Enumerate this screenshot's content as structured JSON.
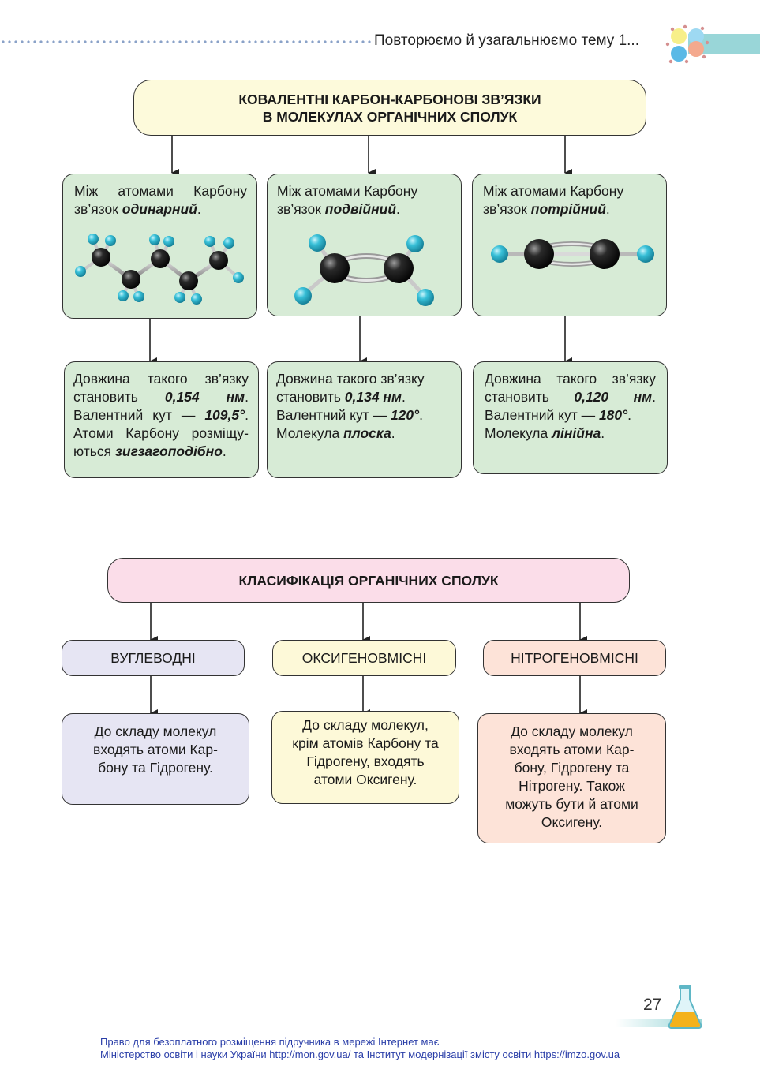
{
  "header": {
    "running_head": "Повторюємо й узагальнюємо тему 1..."
  },
  "bonds_section": {
    "title_line1": "КОВАЛЕНТНІ КАРБОН-КАРБОНОВІ ЗВ’ЯЗКИ",
    "title_line2": "В МОЛЕКУЛАХ ОРГАНІЧНИХ СПОЛУК",
    "columns": [
      {
        "intro": "Між атомами Карбону зв’язок ",
        "bond_type": "одинарний",
        "bond_end": ".",
        "len_text": "Довжина такого зв’язку становить ",
        "length": "0,154 нм",
        "len_end": ".",
        "angle_text": "Валентний кут — ",
        "angle": "109,5°",
        "angle_end": ".",
        "shape_text": "Атоми Карбону розміщу-ються ",
        "shape": "зигзагоподібно",
        "shape_end": "."
      },
      {
        "intro": "Між атомами Карбону зв’язок ",
        "bond_type": "подвійний",
        "bond_end": ".",
        "len_text": "Довжина такого зв’язку становить ",
        "length": "0,134 нм",
        "len_end": ".",
        "angle_text": "Валентний кут — ",
        "angle": "120°",
        "angle_end": ".",
        "shape_text": "Молекула ",
        "shape": "плоска",
        "shape_end": "."
      },
      {
        "intro": "Між атомами Карбону зв’язок ",
        "bond_type": "потрійний",
        "bond_end": ".",
        "len_text": "Довжина такого зв’язку становить ",
        "length": "0,120 нм",
        "len_end": ".",
        "angle_text": "Валентний кут — ",
        "angle": "180°",
        "angle_end": ".",
        "shape_text": "Молекула ",
        "shape": "лінійна",
        "shape_end": "."
      }
    ]
  },
  "classification_section": {
    "title": "КЛАСИФІКАЦІЯ ОРГАНІЧНИХ СПОЛУК",
    "categories": [
      {
        "name": "ВУГЛЕВОДНІ",
        "desc_lines": [
          "До складу молекул",
          "входять атоми Кар-",
          "бону та Гідрогену."
        ]
      },
      {
        "name": "ОКСИГЕНОВМІСНІ",
        "desc_lines": [
          "До складу молекул,",
          "крім атомів Карбону та",
          "Гідрогену, входять",
          "атоми Оксигену."
        ]
      },
      {
        "name": "НІТРОГЕНОВМІСНІ",
        "desc_lines": [
          "До складу молекул",
          "входять атоми Кар-",
          "бону, Гідрогену та",
          "Нітрогену. Також",
          "можуть бути й атоми",
          "Оксигену."
        ]
      }
    ]
  },
  "colors": {
    "title1_bg": "#fdfadb",
    "green_bg": "#d7ebd6",
    "title2_bg": "#fbdde9",
    "hydrocarbons_bg": "#e6e5f3",
    "oxygen_bg": "#fdf9d8",
    "nitrogen_bg": "#fde3d8",
    "carbon_atom": "#151515",
    "hydrogen_atom": "#35bcd4"
  },
  "page_number": "27",
  "footer": {
    "line1": "Право для безоплатного розміщення підручника в мережі Інтернет має",
    "line2": "Міністерство освіти і науки України http://mon.gov.ua/ та Інститут модернізації змісту освіти https://imzo.gov.ua"
  }
}
